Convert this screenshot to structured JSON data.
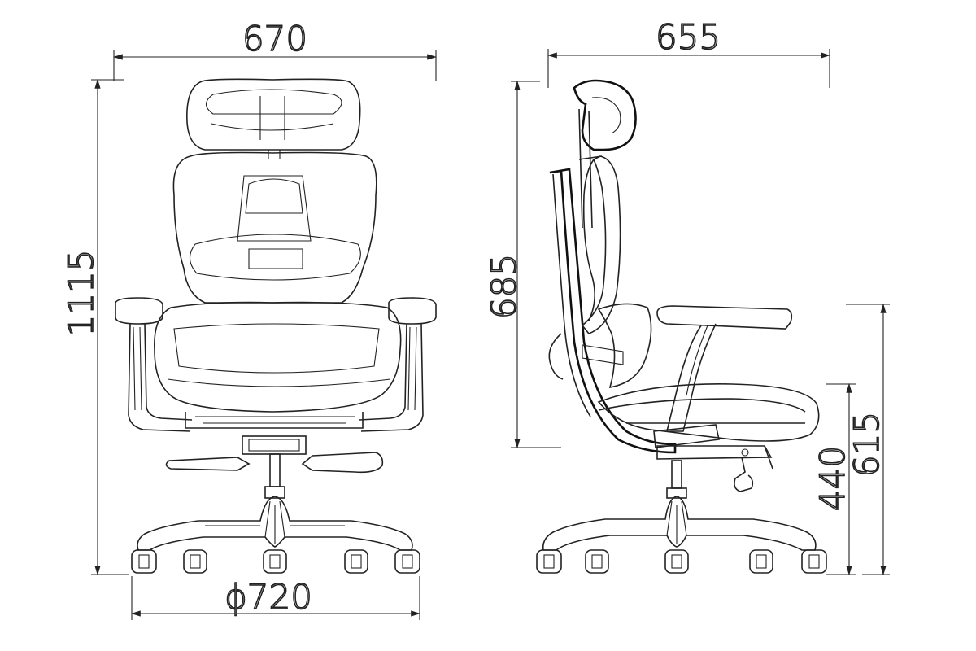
{
  "dimensions": {
    "front_width": "670",
    "front_height": "1115",
    "base_diameter": "ϕ720",
    "side_depth": "655",
    "backrest_height": "685",
    "seat_height": "440",
    "armrest_height": "615"
  },
  "colors": {
    "line": "#222222",
    "background": "#ffffff"
  }
}
